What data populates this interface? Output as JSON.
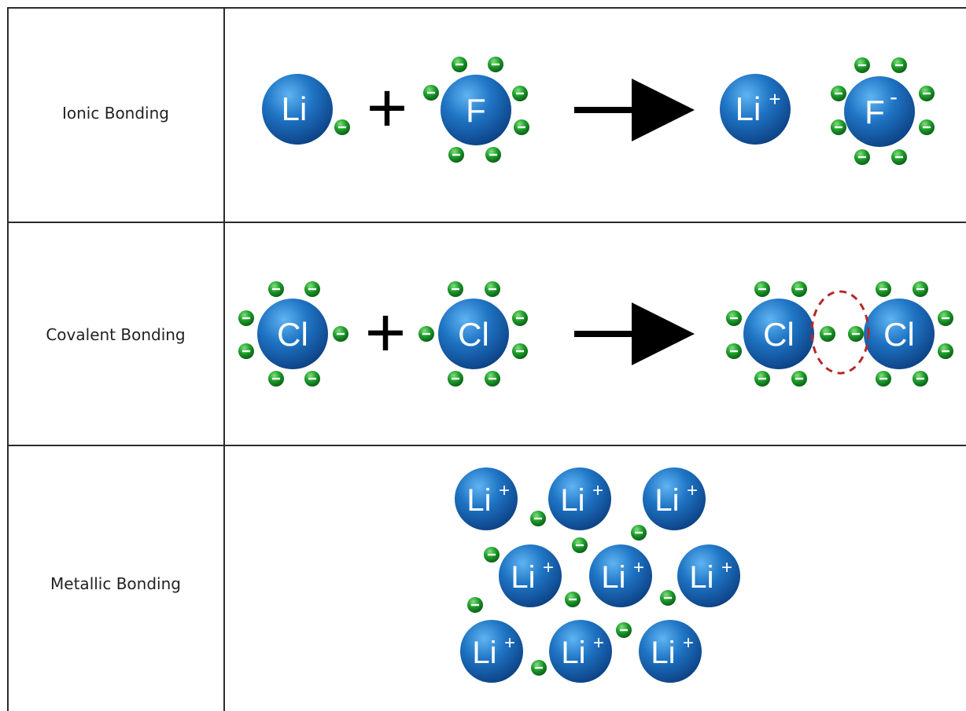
{
  "rows": [
    {
      "label": "Ionic Bonding"
    },
    {
      "label": "Covalent Bonding"
    },
    {
      "label": "Metallic Bonding"
    }
  ],
  "ionic": {
    "reactant_1": "Li",
    "plus": "+",
    "reactant_2": "F",
    "product_1": "Li",
    "product_1_charge": "+",
    "product_2": "F",
    "product_2_charge": "-"
  },
  "covalent": {
    "reactant_1": "Cl",
    "plus": "+",
    "reactant_2": "Cl",
    "product_1": "Cl",
    "product_2": "Cl"
  },
  "metallic": {
    "ion": "Li",
    "ion_charge": "+",
    "ion_count": 9
  },
  "electron_sign": "−",
  "colors": {
    "atom_blue": "#1f74c4",
    "electron_green": "#1b9a2a",
    "shared_pair_outline": "#b22a2a",
    "grid_line": "#2b2b2b"
  }
}
